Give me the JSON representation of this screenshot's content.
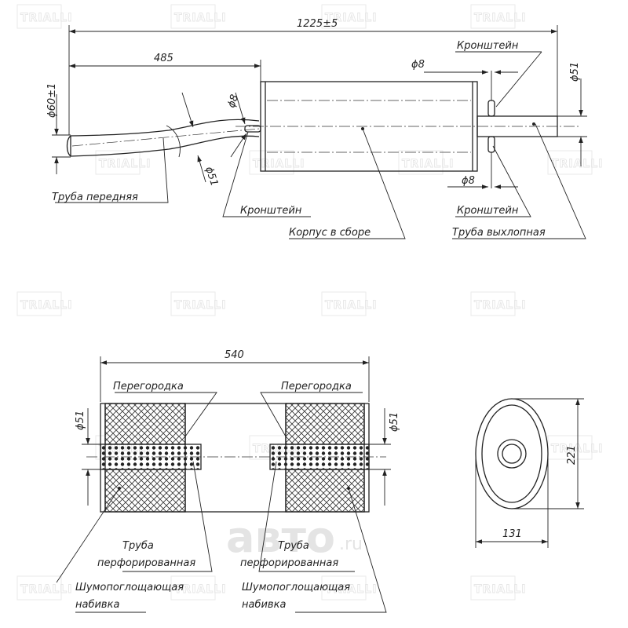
{
  "watermark": {
    "text": "TRIALLI",
    "site_logo": "авто",
    "site_logo_tld": ".ru"
  },
  "top_view": {
    "dims": {
      "overall_length": "1225±5",
      "front_length": "485",
      "front_diameter": "ϕ60±1",
      "front_pipe_diameter": "ϕ51",
      "bracket_front_diameter": "ϕ8",
      "bracket_top_diameter": "ϕ8",
      "bracket_bottom_diameter": "ϕ8",
      "exhaust_diameter": "ϕ51"
    },
    "labels": {
      "bracket_top": "Кронштейн",
      "front_pipe": "Труба передняя",
      "bracket_front": "Кронштейн",
      "body": "Корпус в сборе",
      "bracket_bottom": "Кронштейн",
      "exhaust_pipe": "Труба выхлопная"
    }
  },
  "section_view": {
    "dims": {
      "length": "540",
      "left_diameter": "ϕ51",
      "right_diameter": "ϕ51"
    },
    "labels": {
      "partition_left": "Перегородка",
      "partition_right": "Перегородка",
      "perforated_left_1": "Труба",
      "perforated_left_2": "перфорированная",
      "perforated_right_1": "Труба",
      "perforated_right_2": "перфорированная",
      "packing_left_1": "Шумопоглощающая",
      "packing_left_2": "набивка",
      "packing_right_1": "Шумопоглощающая",
      "packing_right_2": "набивка"
    }
  },
  "end_view": {
    "dims": {
      "height": "221",
      "width": "131"
    }
  }
}
